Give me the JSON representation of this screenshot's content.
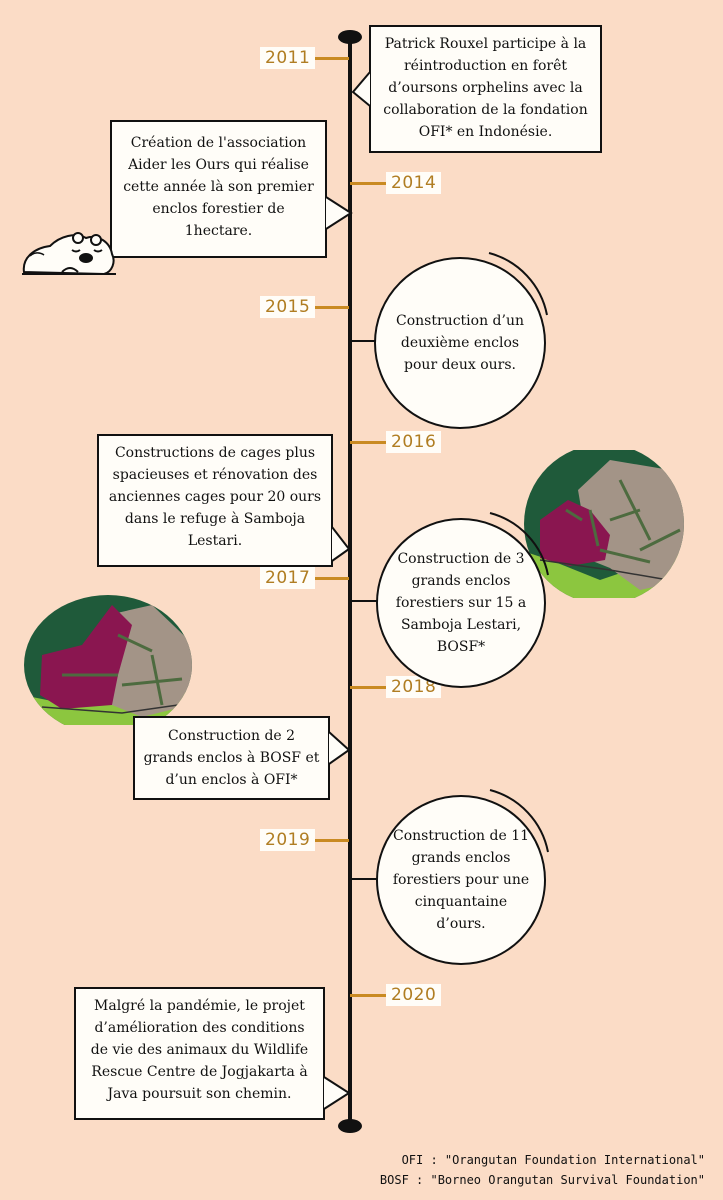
{
  "years": [
    "2011",
    "2014",
    "2015",
    "2016",
    "2017",
    "2018",
    "2019",
    "2020"
  ],
  "events": {
    "e2011": "Patrick Rouxel participe à la réintroduction en forêt d’oursons orphelins avec la collaboration de la fondation OFI* en Indonésie.",
    "e2014": "Création de l'association Aider les Ours qui réalise cette année là son premier enclos forestier de 1hectare.",
    "e2015": "Construction d’un deuxième enclos pour deux ours.",
    "e2016": "Constructions de cages plus spacieuses et rénovation des anciennes cages pour 20 ours dans le refuge à Samboja Lestari.",
    "e2017": "Construction de 3 grands enclos forestiers sur 15 a Samboja Lestari, BOSF*",
    "e2018": "Construction de 2 grands enclos à BOSF et d’un enclos à OFI*",
    "e2019": "Construction de 11 grands enclos forestiers pour une cinquantaine d’ours.",
    "e2020": "Malgré la pandémie, le projet d’amélioration des conditions de vie des animaux du Wildlife Rescue Centre de Jogjakarta à Java poursuit son chemin."
  },
  "footnotes": {
    "ofi": "OFI : \"Orangutan Foundation International\"",
    "bosf": "BOSF : \"Borneo Orangutan Survival Foundation\""
  },
  "colors": {
    "background": "#fbdcc6",
    "accent": "#c98a22",
    "forest": "#1f5a3a",
    "grass": "#8cc63f",
    "plum": "#8a1650",
    "taupe": "#a39487"
  },
  "icons": [
    "sleeping-bear-icon",
    "enclosure-map-illustration"
  ]
}
